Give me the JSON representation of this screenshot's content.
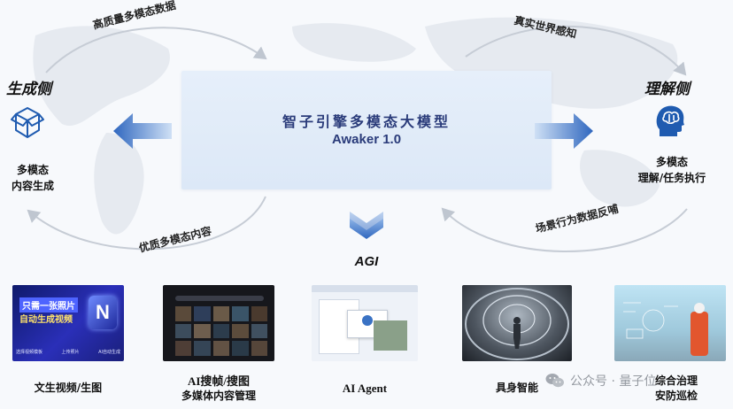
{
  "core": {
    "title": "智子引擎多模态大模型",
    "subtitle": "Awaker 1.0"
  },
  "left": {
    "title": "生成侧",
    "desc_line1": "多模态",
    "desc_line2": "内容生成",
    "icon": "package-icon"
  },
  "right": {
    "title": "理解侧",
    "desc_line1": "多模态",
    "desc_line2": "理解/任务执行",
    "icon": "brain-head-icon"
  },
  "arcs": {
    "top_left": "高质量多模态数据",
    "top_right": "真实世界感知",
    "bottom_left": "优质多模态内容",
    "bottom_right": "场景行为数据反哺"
  },
  "agi_label": "AGI",
  "thumb1": {
    "line1": "只需一张照片",
    "line2": "自动生成视频",
    "btn1": "选择视频模板",
    "btn2": "上传照片",
    "btn3": "AI自动生成"
  },
  "applications": [
    {
      "line1": "文生视频/生图",
      "line2": ""
    },
    {
      "line1": "AI搜帧/搜图",
      "line2": "多媒体内容管理"
    },
    {
      "line1": "AI Agent",
      "line2": ""
    },
    {
      "line1": "具身智能",
      "line2": ""
    },
    {
      "line1": "综合治理",
      "line2": "安防巡检"
    }
  ],
  "watermark": {
    "text": "公众号 · 量子位",
    "icon": "wechat-icon"
  },
  "colors": {
    "accent": "#2a3b7a",
    "arrow": "#3a72c4",
    "card": "#dce8f7"
  }
}
